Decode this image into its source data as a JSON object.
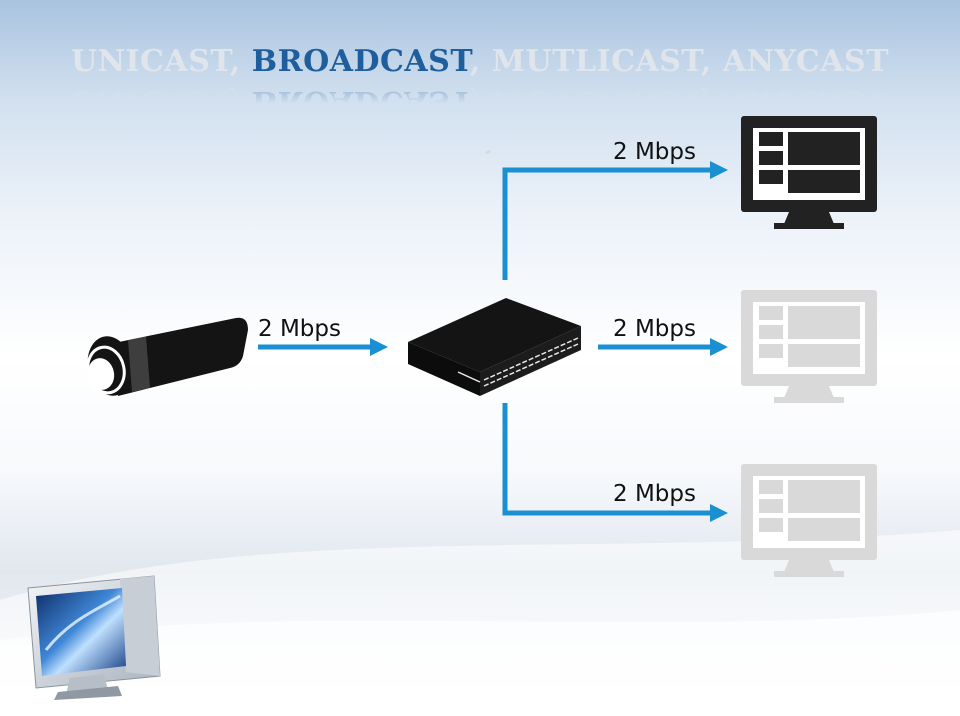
{
  "title": {
    "parts": [
      "UNICAST",
      ", ",
      "BROADCAST",
      ", MUTLICAST, ANYCAST"
    ],
    "highlighted": "BROADCAST"
  },
  "labels": {
    "input_rate": "2 Mbps",
    "output_top_rate": "2 Mbps",
    "output_middle_rate": "2 Mbps",
    "output_bottom_rate": "2 Mbps"
  },
  "icons": {
    "source": "camera-icon",
    "hub": "network-switch-icon",
    "receivers": [
      "monitor-icon",
      "monitor-icon",
      "monitor-icon"
    ],
    "decoration": "computer-monitor-icon"
  },
  "colors": {
    "arrow": "#1a8fd1",
    "title_highlight": "#1f5e9c",
    "title_faded": "#e0e5ec",
    "monitor_active": "#222222",
    "monitor_inactive": "#d9d9d9"
  }
}
